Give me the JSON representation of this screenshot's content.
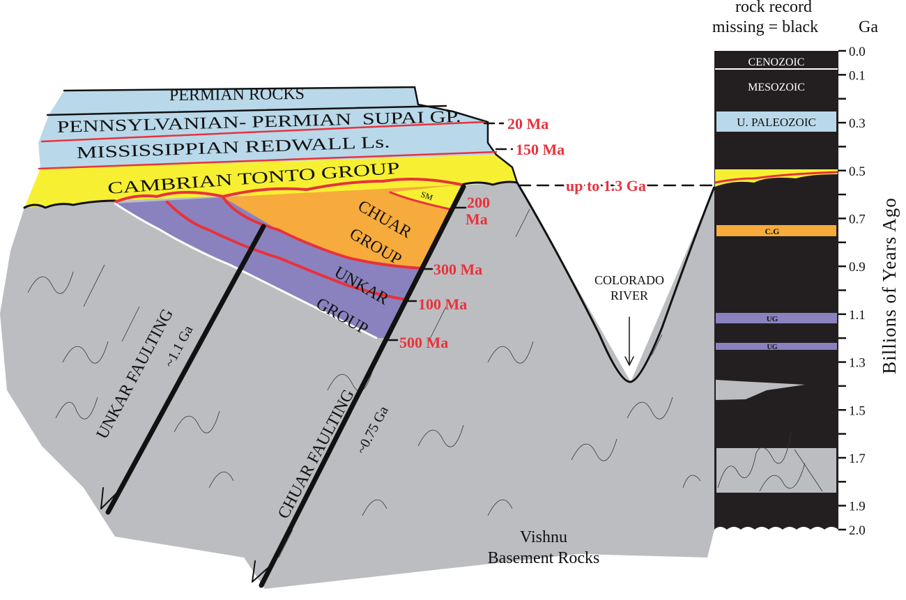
{
  "colors": {
    "basement": "#bcbdc0",
    "paleozoic_blue": "#b9d9ea",
    "tonto_yellow": "#f7f032",
    "chuar_orange": "#f6ab3c",
    "unkar_purple": "#8a82be",
    "unconformity_red": "#e8323c",
    "missing_black": "#231f20"
  },
  "strata": {
    "permian": "PERMIAN ROCKS",
    "supai": "PENNSYLVANIAN- PERMIAN  SUPAI GP.",
    "redwall": "MISSISSIPPIAN REDWALL Ls.",
    "tonto": "CAMBRIAN TONTO GROUP",
    "sm": "SM",
    "chuar_1": "CHUAR",
    "chuar_2": "GROUP",
    "unkar_1": "UNKAR",
    "unkar_2": "GROUP"
  },
  "gaps": {
    "supai_redwall": "20 Ma",
    "redwall_tonto": "150 Ma",
    "great_unconformity": "up to 1.3 Ga",
    "sm_chuar_1": "200",
    "sm_chuar_2": "Ma",
    "chuar_unkar": "300 Ma",
    "unkar_internal": "100 Ma",
    "unkar_basement": "500 Ma"
  },
  "faults": {
    "unkar": "UNKAR FAULTING",
    "unkar_age": "~1.1 Ga",
    "chuar": "CHUAR FAULTING",
    "chuar_age": "~0.75 Ga"
  },
  "river": {
    "line1": "COLORADO",
    "line2": "RIVER"
  },
  "basement": {
    "line1": "Vishnu",
    "line2": "Basement Rocks"
  },
  "column": {
    "title_1": "rock record",
    "title_2": "missing = black",
    "unit": "Ga",
    "axis_label": "Billions of Years Ago",
    "cenozoic": "CENOZOIC",
    "mesozoic": "MESOZOIC",
    "u_paleozoic": "U. PALEOZOIC",
    "cg": "C.G",
    "ug": "UG",
    "tick_labels": [
      "0.0",
      "0.1",
      "0.3",
      "0.5",
      "0.7",
      "0.9",
      "1.1",
      "1.3",
      "1.5",
      "1.7",
      "1.9",
      "2.0"
    ]
  }
}
